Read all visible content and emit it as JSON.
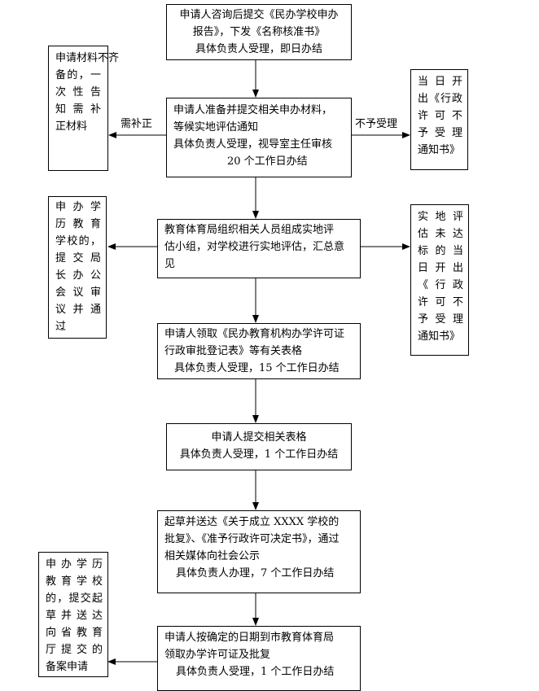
{
  "steps": {
    "s1": [
      "申请人咨询后提交《民办学校申办",
      "报告》，下发《名称核准书》",
      "具体负责人受理，即日办结"
    ],
    "s2": [
      "申请人准备并提交相关申办材料，",
      "等候实地评估通知",
      "具体负责人受理，视导室主任审核",
      "20 个工作日办结"
    ],
    "s3": [
      "教育体育局组织相关人员组成实地评",
      "估小组，对学校进行实地评估，汇总意",
      "见"
    ],
    "s4": [
      "申请人领取《民办教育机构办学许可证",
      "行政审批登记表》等有关表格",
      "具体负责人受理，15 个工作日办结"
    ],
    "s5": [
      "申请人提交相关表格",
      "具体负责人受理，1 个工作日办结"
    ],
    "s6": [
      "起草并送达《关于成立 XXXX 学校的",
      "批复》、《准予行政许可决定书》，通过",
      "相关媒体向社会公示",
      "具体负责人办理，7 个工作日办结"
    ],
    "s7": [
      "申请人按确定的日期到市教育体育局",
      "领取办学许可证及批复",
      "具体负责人受理，1 个工作日办结"
    ]
  },
  "side_boxes": {
    "left_supplement": [
      "申请材料不齐",
      "备的，一",
      "次性告",
      "知需补",
      "正材料"
    ],
    "right_reject_1": [
      "当日开",
      "出《行政",
      "许可不",
      "予受理",
      "通知书》"
    ],
    "left_higher_edu": [
      "申办学",
      "历教育",
      "学校的，",
      "提交局",
      "长办公",
      "会议审",
      "议并通",
      "过"
    ],
    "right_reject_2": [
      "实地评",
      "估未达",
      "标的当",
      "日开出",
      "《行政",
      "许可不",
      "予受理",
      "通知书》"
    ],
    "left_province": [
      "申办学历",
      "教育学校",
      "的，提交起",
      "草并送达",
      "向省教育",
      "厅提交的",
      "备案申请"
    ]
  },
  "arrow_labels": {
    "supplement": "需补正",
    "reject": "不予受理"
  }
}
